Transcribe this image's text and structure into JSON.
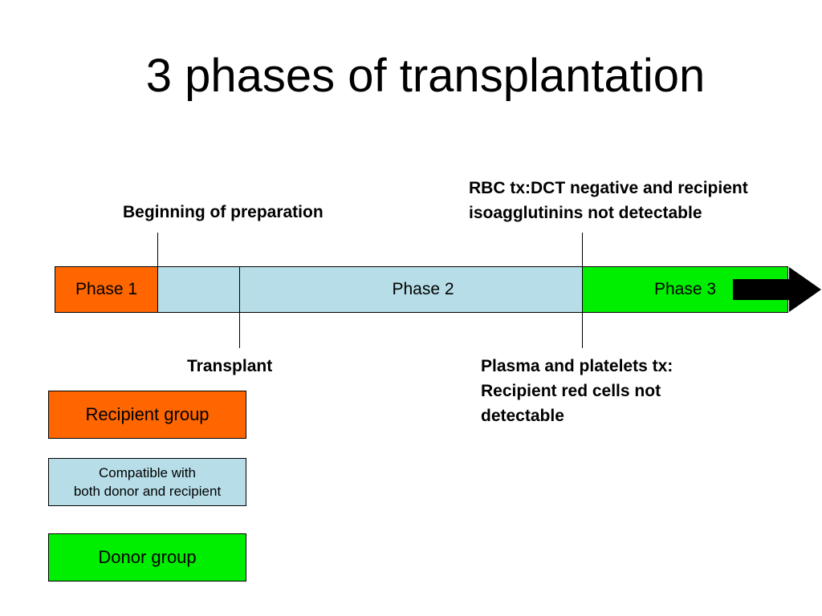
{
  "title": "3 phases of transplantation",
  "annotations": {
    "beginning_of_preparation": "Beginning of preparation",
    "rbc_tx": "RBC tx:DCT negative and recipient\nisoagglutinins not detectable",
    "transplant": "Transplant",
    "plasma_platelets_tx": "Plasma and platelets tx:\nRecipient red cells not\ndetectable"
  },
  "timeline": {
    "phase1_label": "Phase 1",
    "phase2_label": "Phase 2",
    "phase3_label": "Phase 3"
  },
  "legend": {
    "recipient_group": "Recipient group",
    "compatible_both": "Compatible with\nboth donor and recipient",
    "donor_group": "Donor group"
  },
  "colors": {
    "recipient_orange": "#FF6600",
    "compatible_lightblue": "#B7DEE8",
    "donor_green": "#00EE00",
    "arrow_black": "#000000"
  }
}
